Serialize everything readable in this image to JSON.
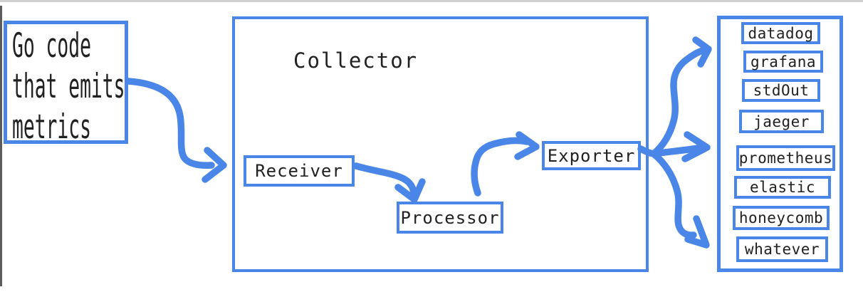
{
  "diagram": {
    "source": {
      "lines": [
        "Go code",
        "that emits",
        "metrics"
      ]
    },
    "collector": {
      "title": "Collector",
      "stages": [
        {
          "label": "Receiver"
        },
        {
          "label": "Processor"
        },
        {
          "label": "Exporter"
        }
      ]
    },
    "sinks": {
      "items": [
        {
          "label": "datadog"
        },
        {
          "label": "grafana"
        },
        {
          "label": "stdOut"
        },
        {
          "label": "jaeger"
        },
        {
          "label": "prometheus"
        },
        {
          "label": "elastic"
        },
        {
          "label": "honeycomb"
        },
        {
          "label": "whatever"
        }
      ]
    },
    "colors": {
      "accent_blue": "#4a86e8",
      "text": "#212121",
      "top_edge_gray": "#cfcfcf",
      "left_edge_gray": "#5c5c5c",
      "background": "#ffffff"
    }
  }
}
